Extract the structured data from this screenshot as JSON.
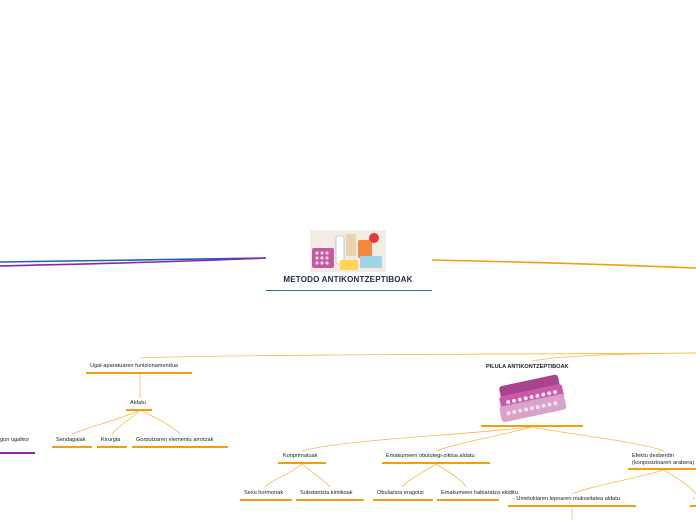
{
  "root": {
    "title": "METODO ANTIKONTZEPTIBOAK",
    "image": "contraceptives-image"
  },
  "left_branch": {
    "label": "gun ugalkor"
  },
  "ugal": {
    "label": "Ugal-aparatuaren funtzionamendua",
    "aldatu": "Aldatu",
    "children": [
      "Sendagaiak",
      "Kirurgia",
      "Gorputzaren elementu arrotzak"
    ]
  },
  "pilula": {
    "label": "PILULA ANTIKONTZEPTIBOAK",
    "image": "pill-pack-image",
    "children": {
      "konprimatuak": "Konprimatuak",
      "konprimatuak_children": [
        "Sexu hormonak",
        "Substantzia kimikoak"
      ],
      "zikloa": "Emakumeen obulutegi-zikloa aldatu",
      "zikloa_children": [
        "Obulazioa eragotzi",
        "Emakumeen habiaratza ekiditu"
      ],
      "efektu_line1": "Efektu desberdin",
      "efektu_line2": "(konposizioaren arabera)",
      "efektu_children": [
        "- Umetokiaren lepoaren mukositatea aldatu"
      ]
    }
  },
  "colors": {
    "orange": "#f39c12",
    "purple": "#8e24aa",
    "blue": "#1565c0",
    "navy": "#1d2b4a"
  }
}
